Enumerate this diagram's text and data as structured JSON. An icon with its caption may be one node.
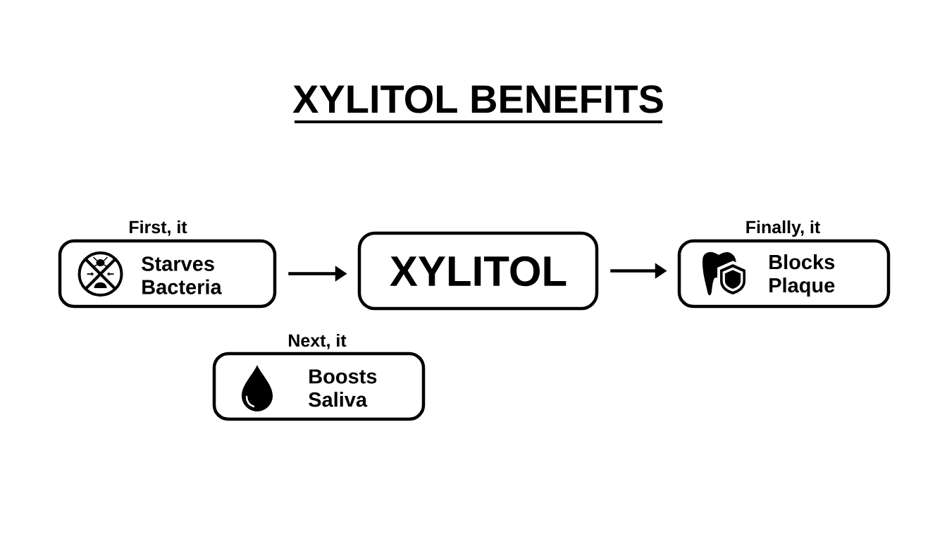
{
  "diagram": {
    "title": "XYLITOL BENEFITS",
    "nodes": [
      {
        "text": [
          "First, it",
          "Starves Bacteria"
        ]
      },
      {
        "text": [
          "XYLITOL"
        ]
      },
      {
        "text": [
          "Finally, it",
          "Blocks Plaque"
        ]
      },
      {
        "text": [
          "Next, it",
          "Boosts Saliva"
        ]
      }
    ],
    "edges": [
      {
        "from": 0,
        "to": 1,
        "arrow": "to"
      },
      {
        "from": 1,
        "to": 2,
        "arrow": "to"
      }
    ]
  }
}
